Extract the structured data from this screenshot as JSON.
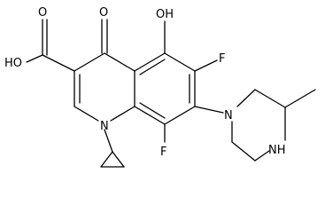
{
  "atoms": {
    "carboxyl_oh": "HO",
    "carboxyl_o": "O",
    "ketone_o": "O",
    "hydroxy": "OH",
    "fluoro_top": "F",
    "fluoro_bottom": "F",
    "n_quinoline": "N",
    "n_piperazine": "N",
    "nh_piperazine": "NH"
  }
}
